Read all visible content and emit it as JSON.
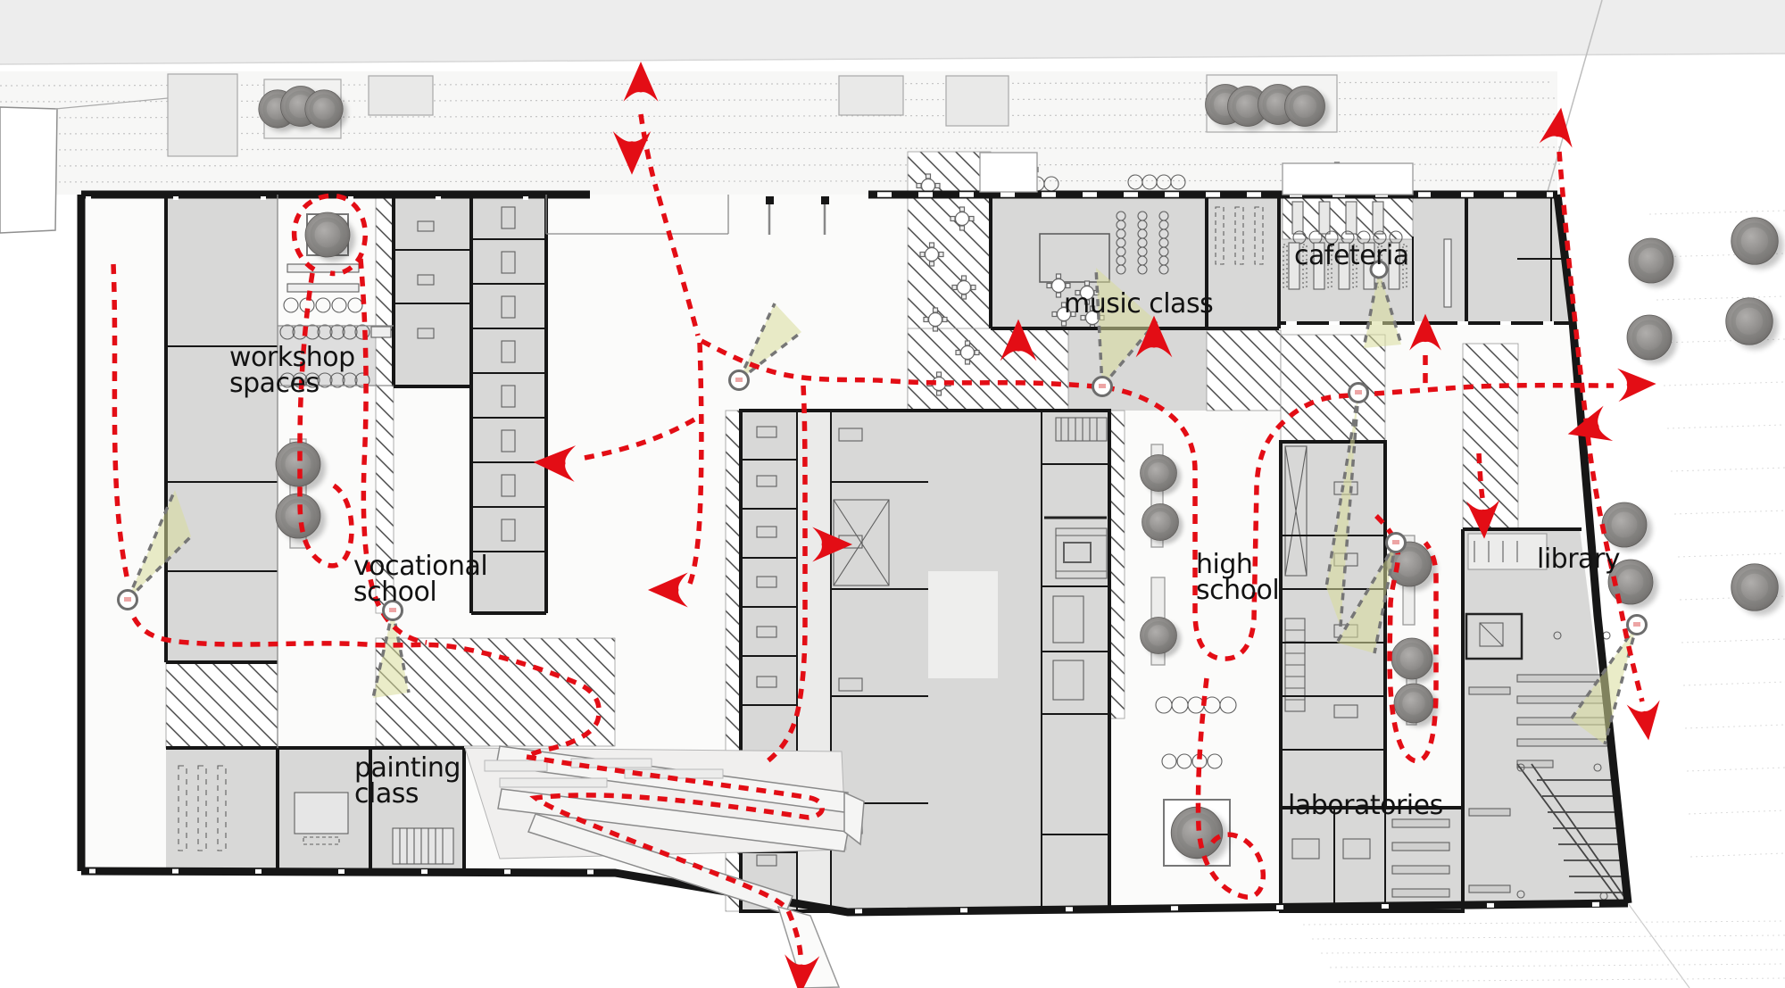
{
  "plan": {
    "type": "school ground-floor architectural plan with red circulation routes",
    "labels": {
      "workshop_line1": "workshop",
      "workshop_line2": "spaces",
      "vocational_line1": "vocational",
      "vocational_line2": "school",
      "painting_line1": "painting",
      "painting_line2": "class",
      "music": "music class",
      "cafeteria": "cafeteria",
      "high_line1": "high",
      "high_line2": "school",
      "laboratories": "laboratories",
      "library": "library"
    },
    "colors": {
      "route": "#e30d15",
      "wall": "#161616",
      "room": "#d8d8d7",
      "court": "#fbfbfa",
      "link_band": "#dedede",
      "cone": "#d9dd9b",
      "hatch_line": "#3c3c3c",
      "sightline": "#767676",
      "site_band": "#ededed",
      "label_text": "#121212"
    },
    "figures": {
      "route_arrow_count": 14,
      "viewpoint_count": 8,
      "tree_count": 21
    }
  }
}
